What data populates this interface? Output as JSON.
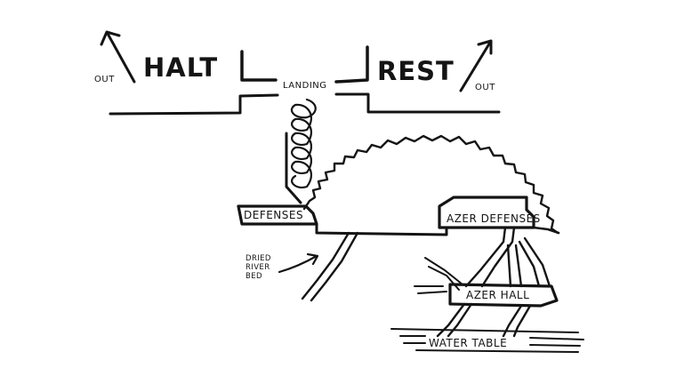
{
  "labels": {
    "out_left": "OUT",
    "halt": "HALT",
    "landing": "LANDING",
    "rest": "REST",
    "out_right": "OUT",
    "defenses": "DEFENSES",
    "azer_defenses": "AZER DEFENSES",
    "dried_river_bed": [
      "DRIED",
      "RIVER",
      "BED"
    ],
    "azer_hall": "AZER HALL",
    "water_table": "WATER TABLE"
  },
  "colors": {
    "ink": "#141414",
    "background": "#ffffff"
  }
}
